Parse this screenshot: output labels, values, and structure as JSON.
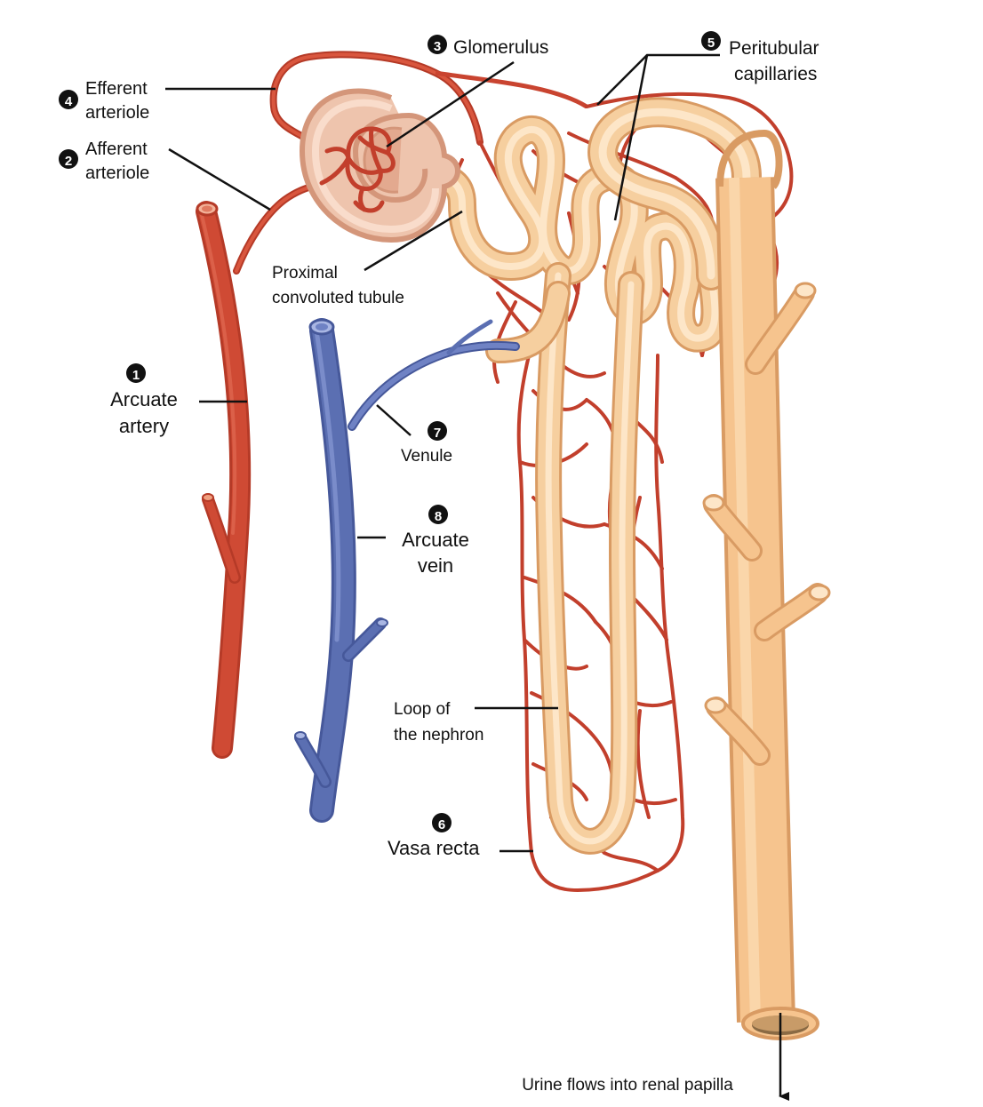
{
  "labels": {
    "arcuate_artery": [
      "Arcuate",
      "artery"
    ],
    "afferent_arteriole": [
      "Afferent",
      "arteriole"
    ],
    "glomerulus": "Glomerulus",
    "efferent_arteriole": [
      "Efferent",
      "arteriole"
    ],
    "peritubular_capillaries": [
      "Peritubular",
      "capillaries"
    ],
    "vasa_recta": "Vasa recta",
    "venule": "Venule",
    "arcuate_vein": [
      "Arcuate",
      "vein"
    ],
    "proximal_tubule": [
      "Proximal",
      "convoluted tubule"
    ],
    "loop_of_nephron": [
      "Loop of",
      "the nephron"
    ],
    "urine_flow": "Urine flows into renal papilla"
  },
  "step_numbers": {
    "arcuate_artery": "1",
    "afferent_arteriole": "2",
    "glomerulus": "3",
    "efferent_arteriole": "4",
    "peritubular_capillaries": "5",
    "vasa_recta": "6",
    "venule": "7",
    "arcuate_vein": "8"
  },
  "colors": {
    "artery": "#cf4a34",
    "artery_dark": "#b53a27",
    "vein": "#5b6fb2",
    "vein_dark": "#46589a",
    "tubule": "#f5c48f",
    "tubule_light": "#fbe0bd",
    "tubule_edge": "#dba06a",
    "capillary": "#c94430",
    "badge": "#111111"
  }
}
